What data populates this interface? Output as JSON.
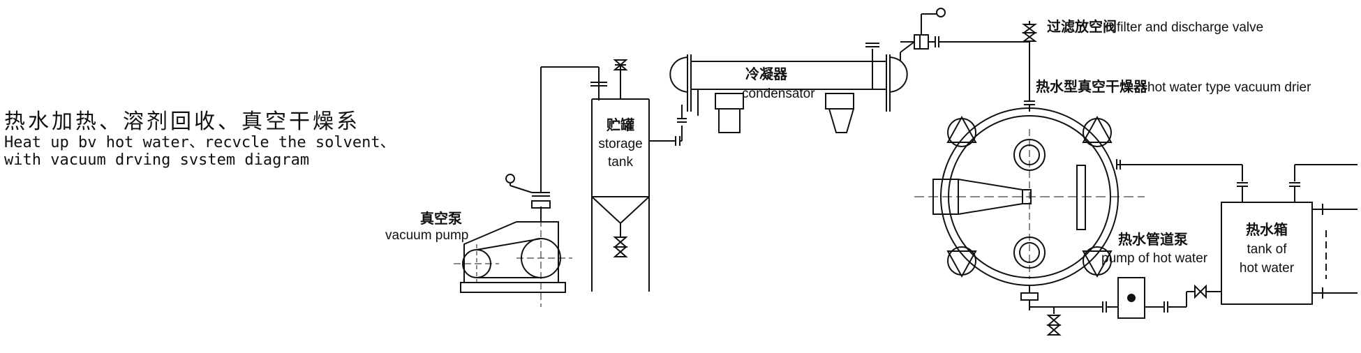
{
  "title": {
    "cn": "热水加热、溶剂回收、真空干燥系",
    "en_line1": "Heat up bv hot water、recvcle the solvent、",
    "en_line2": "with vacuum drving svstem diagram"
  },
  "labels": {
    "vacuum_pump_cn": "真空泵",
    "vacuum_pump_en": "vacuum pump",
    "storage_tank_cn": "贮罐",
    "storage_tank_en1": "storage",
    "storage_tank_en2": "tank",
    "condensator_cn": "冷凝器",
    "condensator_en": "condensator",
    "filter_valve_cn": "过滤放空阀",
    "filter_valve_en": "filter and discharge valve",
    "drier_cn": "热水型真空干燥器",
    "drier_en": "hot water type vacuum drier",
    "hot_water_pump_cn": "热水管道泵",
    "hot_water_pump_en": "pump of hot water",
    "hot_water_tank_cn": "热水箱",
    "hot_water_tank_en1": "tank of",
    "hot_water_tank_en2": "hot water"
  }
}
